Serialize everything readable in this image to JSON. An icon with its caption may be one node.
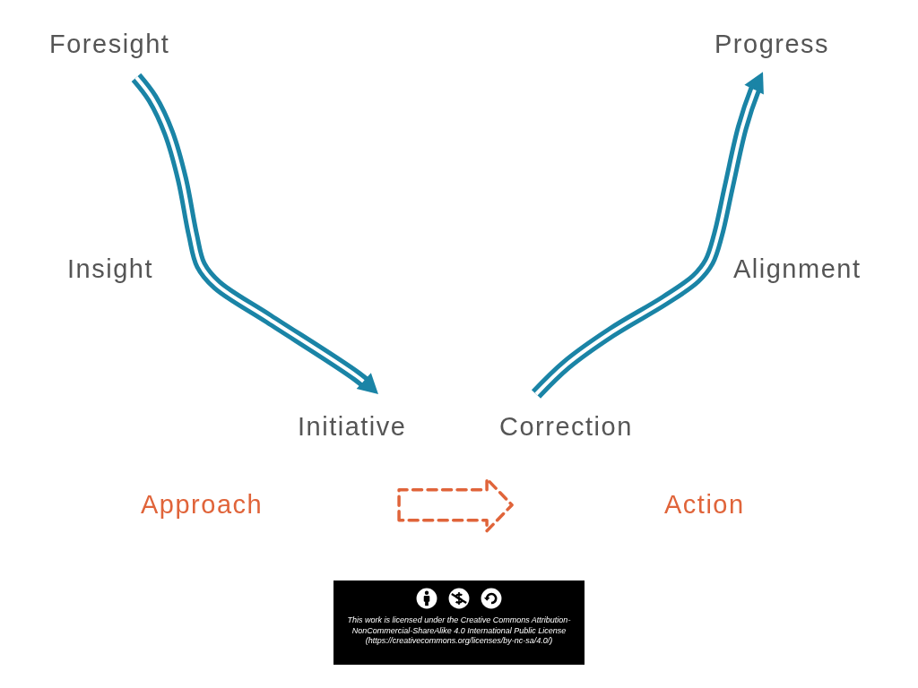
{
  "diagram": {
    "nodes": [
      {
        "text": [
          "Foresight"
        ]
      },
      {
        "text": [
          "Progress"
        ]
      },
      {
        "text": [
          "Initiative"
        ]
      },
      {
        "text": [
          "Correction"
        ]
      }
    ],
    "edges": [
      {
        "from": 0,
        "to": 2,
        "arrow": "to"
      },
      {
        "from": 3,
        "to": 1,
        "arrow": "to"
      }
    ],
    "labels": [
      "Insight",
      "Alignment",
      "Approach",
      "Action",
      "This work is licensed under the Creative Commons Attribution-NonCommercial-ShareAlike 4.0 International Public License (https://creativecommons.org/licenses/by-nc-sa/4.0/)"
    ]
  }
}
